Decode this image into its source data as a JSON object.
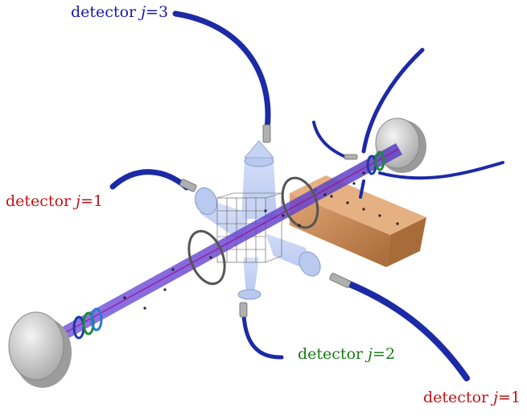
{
  "labels": {
    "det3": {
      "name": "detector",
      "var": "j",
      "eq": "=3"
    },
    "det1_left": {
      "name": "detector",
      "var": "j",
      "eq": "=1"
    },
    "det2": {
      "name": "detector",
      "var": "j",
      "eq": "=2"
    },
    "det1_bottom": {
      "name": "detector",
      "var": "j",
      "eq": "=1"
    }
  },
  "colors": {
    "det3": "#1a1aa8",
    "det1": "#c0161a",
    "det2": "#1a7a1a",
    "fiber": "#1c2aa6",
    "beam": "#6a4ad8",
    "cone": "#b8c8f0",
    "wood": "#c98a55",
    "mirror": "#c8c8c8"
  }
}
